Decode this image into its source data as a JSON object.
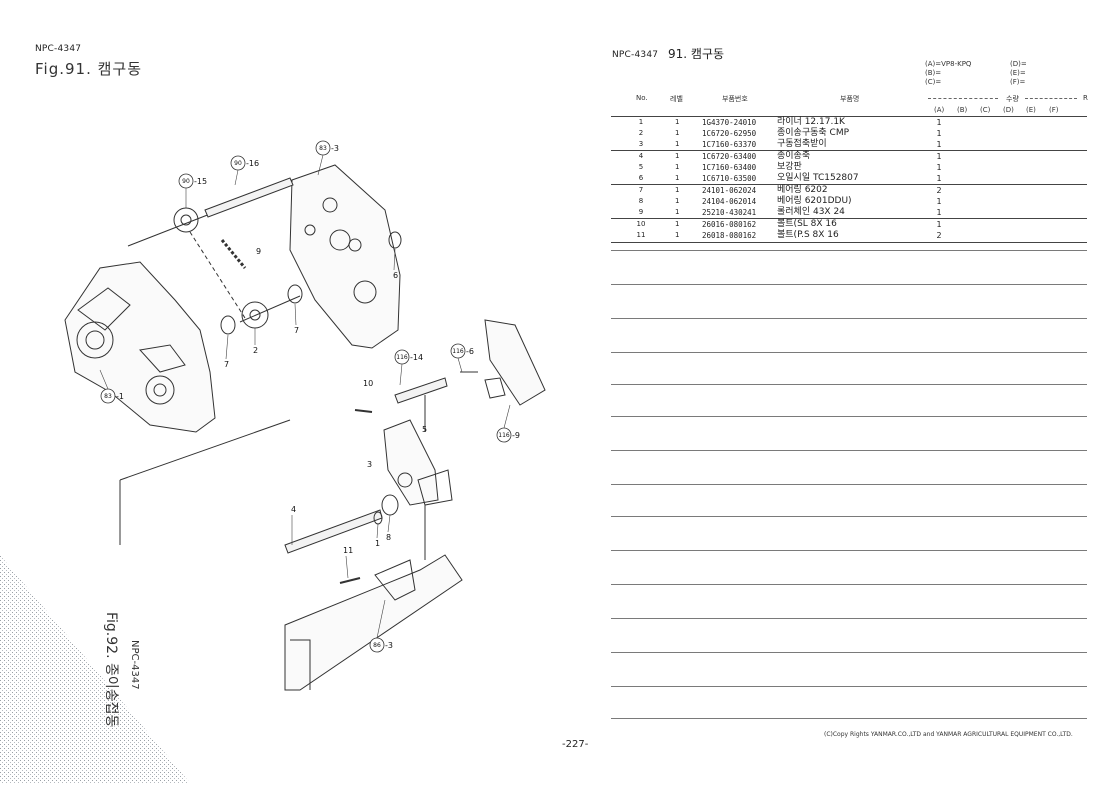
{
  "left": {
    "code": "NPC-4347",
    "fig_title": "Fig.91.  캠구동"
  },
  "right": {
    "code": "NPC-4347",
    "title": "91.  캠구동",
    "models": {
      "a": "(A)=VP8-KPQ",
      "b": "(B)=",
      "c": "(C)=",
      "d": "(D)=",
      "e": "(E)=",
      "f": "(F)="
    },
    "headers": {
      "no": "No.",
      "rev": "레벨",
      "part_no": "부품번호",
      "part_name": "부품명",
      "qty": "수량",
      "col_a": "(A)",
      "col_b": "(B)",
      "col_c": "(C)",
      "col_d": "(D)",
      "col_e": "(E)",
      "col_f": "(F)",
      "remark": "R"
    },
    "rows": [
      {
        "no": "1",
        "rev": "1",
        "part_no": "1G4370-24010",
        "name": "라이너 12.17.1K",
        "qty": "1"
      },
      {
        "no": "2",
        "rev": "1",
        "part_no": "1C6720-62950",
        "name": "종이송구동축 CMP",
        "qty": "1"
      },
      {
        "no": "3",
        "rev": "1",
        "part_no": "1C7160-63370",
        "name": "구동접축받이",
        "qty": "1"
      },
      {
        "no": "4",
        "rev": "1",
        "part_no": "1C6720-63400",
        "name": "종이송축",
        "qty": "1"
      },
      {
        "no": "5",
        "rev": "1",
        "part_no": "1C7160-63400",
        "name": "보강판",
        "qty": "1"
      },
      {
        "no": "6",
        "rev": "1",
        "part_no": "1C6710-63500",
        "name": "오일시일 TC152807",
        "qty": "1"
      },
      {
        "no": "7",
        "rev": "1",
        "part_no": "24101-062024",
        "name": "베어링 6202",
        "qty": "2"
      },
      {
        "no": "8",
        "rev": "1",
        "part_no": "24104-062014",
        "name": "베어링 6201DDU)",
        "qty": "1"
      },
      {
        "no": "9",
        "rev": "1",
        "part_no": "25210-430241",
        "name": "롤러체인 43X 24",
        "qty": "1"
      },
      {
        "no": "10",
        "rev": "1",
        "part_no": "26016-080162",
        "name": "볼트(SL  8X 16",
        "qty": "1"
      },
      {
        "no": "11",
        "rev": "1",
        "part_no": "26018-080162",
        "name": "볼트(P.S   8X 16",
        "qty": "2"
      }
    ]
  },
  "page_number": "-227-",
  "copyright": "(C)Copy Rights  YANMAR.CO.,LTD and YANMAR AGRICULTURAL EQUIPMENT CO.,LTD.",
  "rotated": {
    "code": "NPC-4347",
    "fig": "Fig.92.  종이송접동"
  },
  "callouts": {
    "c90_16": "90",
    "c90_16_suffix": "-16",
    "c90_15": "90",
    "c90_15_suffix": "-15",
    "c83_3": "83",
    "c83_3_suffix": "-3",
    "c83_1": "83",
    "c83_1_suffix": "-1",
    "c116_14": "116",
    "c116_14_suffix": "-14",
    "c116_6": "116",
    "c116_6_suffix": "-6",
    "c116_9": "116",
    "c116_9_suffix": "-9",
    "c86_3": "86",
    "c86_3_suffix": "-3",
    "n9": "9",
    "n6": "6",
    "n7a": "7",
    "n7b": "7",
    "n2": "2",
    "n10": "10",
    "n5": "5",
    "n3": "3",
    "n4": "4",
    "n8": "8",
    "n1": "1",
    "n11": "11"
  }
}
